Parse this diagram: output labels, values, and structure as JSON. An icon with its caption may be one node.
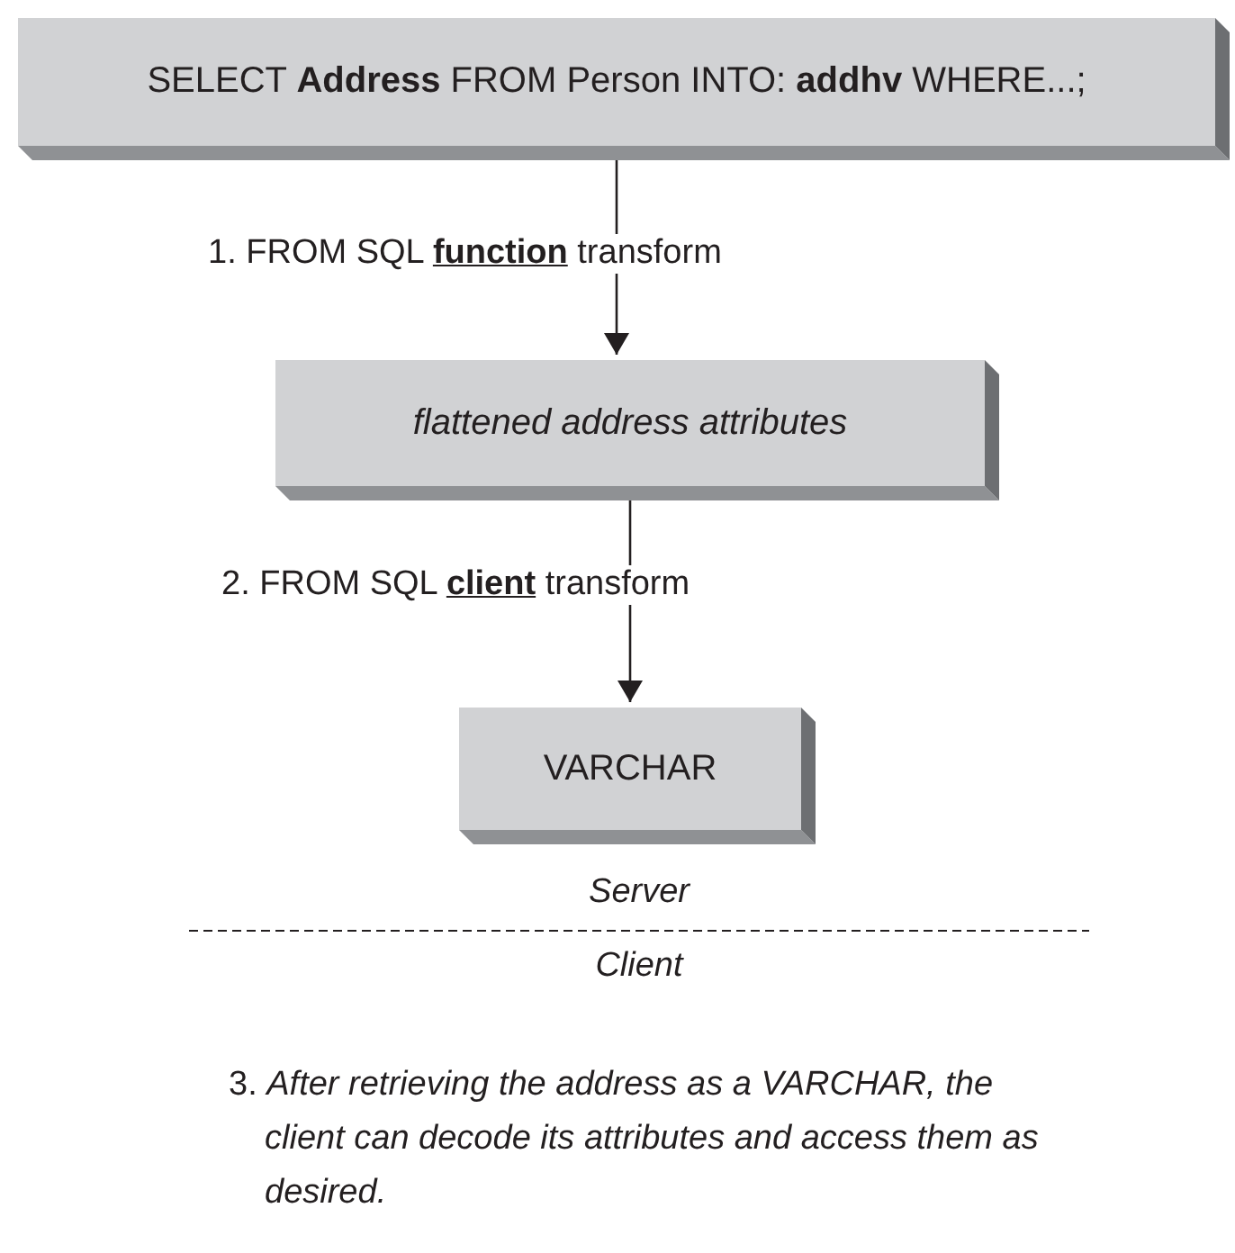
{
  "diagram": {
    "nodes": [
      {
        "text": [
          "SELECT **Address** FROM Person INTO: **addhv** WHERE...;"
        ]
      },
      {
        "text": [
          "flattened address attributes"
        ]
      },
      {
        "text": [
          "VARCHAR"
        ]
      }
    ],
    "edges": [
      {
        "from": 0,
        "to": 1,
        "arrow": "to",
        "label": "1. FROM SQL **function** transform"
      },
      {
        "from": 1,
        "to": 2,
        "arrow": "to",
        "label": "2. FROM SQL **client** transform"
      }
    ],
    "labels": [
      "Server",
      "Client",
      "3. *After retrieving the address as a VARCHAR, the client can decode its attributes and access them as desired.*"
    ]
  }
}
